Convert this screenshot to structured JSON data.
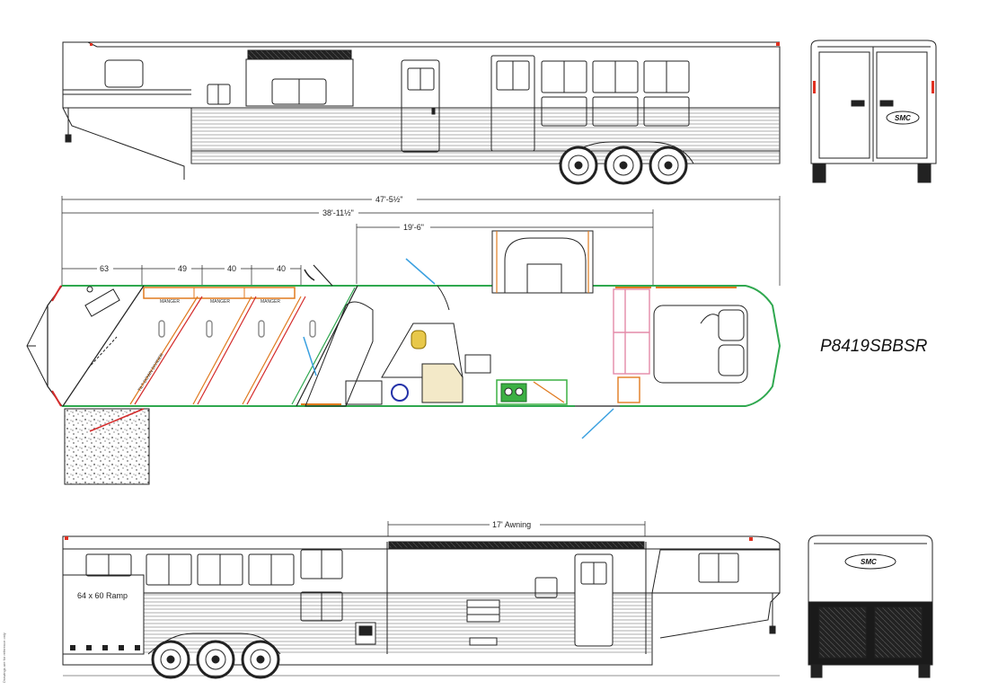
{
  "model_code": "P8419SBBSR",
  "dimensions": {
    "overall": "47'-5½\"",
    "body": "38'-11½\"",
    "living": "19'-6\""
  },
  "stall_widths": [
    "63",
    "49",
    "40",
    "40"
  ],
  "manger_label": "MANGER",
  "partition_label": "TILT-DOWN DIVIDER",
  "awning_label": "17' Awning",
  "ramp_label": "64 x 60 Ramp",
  "brand_logo": "SMC",
  "side_margin_note": "Drawings are for reference only",
  "colors": {
    "line": "#222222",
    "wall_green": "#2fa84f",
    "wall_orange": "#e07a1f",
    "wall_red": "#d42b2b",
    "door_swing": "#3aa0e0",
    "sofa_pink": "#e48aa8",
    "galley_green": "#3cb043",
    "marker_red": "#e03020"
  }
}
